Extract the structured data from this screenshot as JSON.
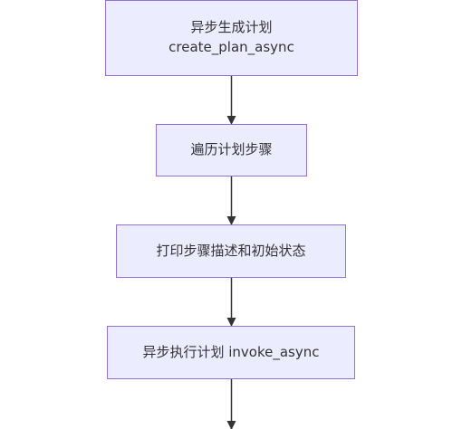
{
  "nodes": [
    {
      "line1": "异步生成计划",
      "line2": "create_plan_async"
    },
    {
      "line1": "遍历计划步骤"
    },
    {
      "line1": "打印步骤描述和初始状态"
    },
    {
      "line1": "异步执行计划 invoke_async"
    }
  ],
  "colors": {
    "node_fill": "#ececff",
    "node_border": "#9370db",
    "edge": "#333333",
    "text": "#333333"
  }
}
